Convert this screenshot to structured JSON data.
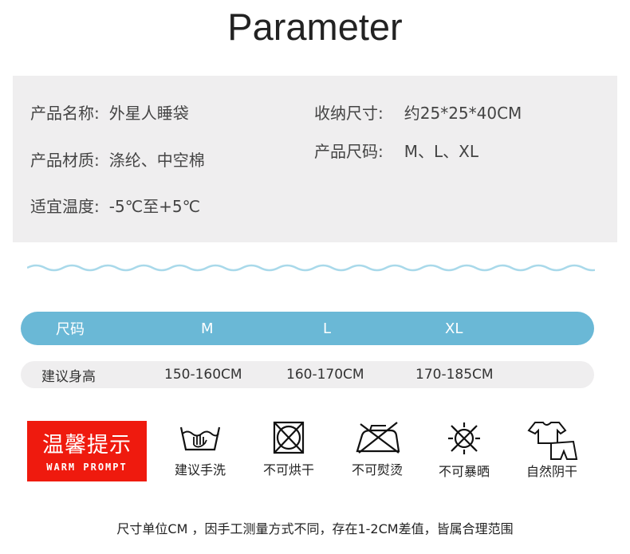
{
  "title": "Parameter",
  "params": {
    "name_label": "产品名称:",
    "name_value": "外星人睡袋",
    "material_label": "产品材质:",
    "material_value": "涤纶、中空棉",
    "temp_label": "适宜温度:",
    "temp_value": "-5℃至+5℃",
    "storage_label": "收纳尺寸:",
    "storage_value": "约25*25*40CM",
    "size_label": "产品尺码:",
    "size_value": "M、L、XL"
  },
  "size_table": {
    "headers": [
      "尺码",
      "M",
      "L",
      "XL"
    ],
    "row_label": "建议身高",
    "row_values": [
      "150-160CM",
      "160-170CM",
      "170-185CM"
    ]
  },
  "notice": {
    "title_cn": "温馨提示",
    "title_en": "WARM PROMPT"
  },
  "care": [
    {
      "icon": "hand-wash-icon",
      "label": "建议手洗"
    },
    {
      "icon": "no-tumble-dry-icon",
      "label": "不可烘干"
    },
    {
      "icon": "no-iron-icon",
      "label": "不可熨烫"
    },
    {
      "icon": "no-sun-icon",
      "label": "不可暴晒"
    },
    {
      "icon": "shade-dry-icon",
      "label": "自然阴干"
    }
  ],
  "footnote": "尺寸单位CM ，因手工测量方式不同，存在1-2CM差值，皆属合理范围",
  "colors": {
    "accent_blue": "#6ab8d6",
    "panel_gray": "#efeeef",
    "notice_red": "#ef1a0e",
    "wave_blue": "#a9d9ea"
  }
}
